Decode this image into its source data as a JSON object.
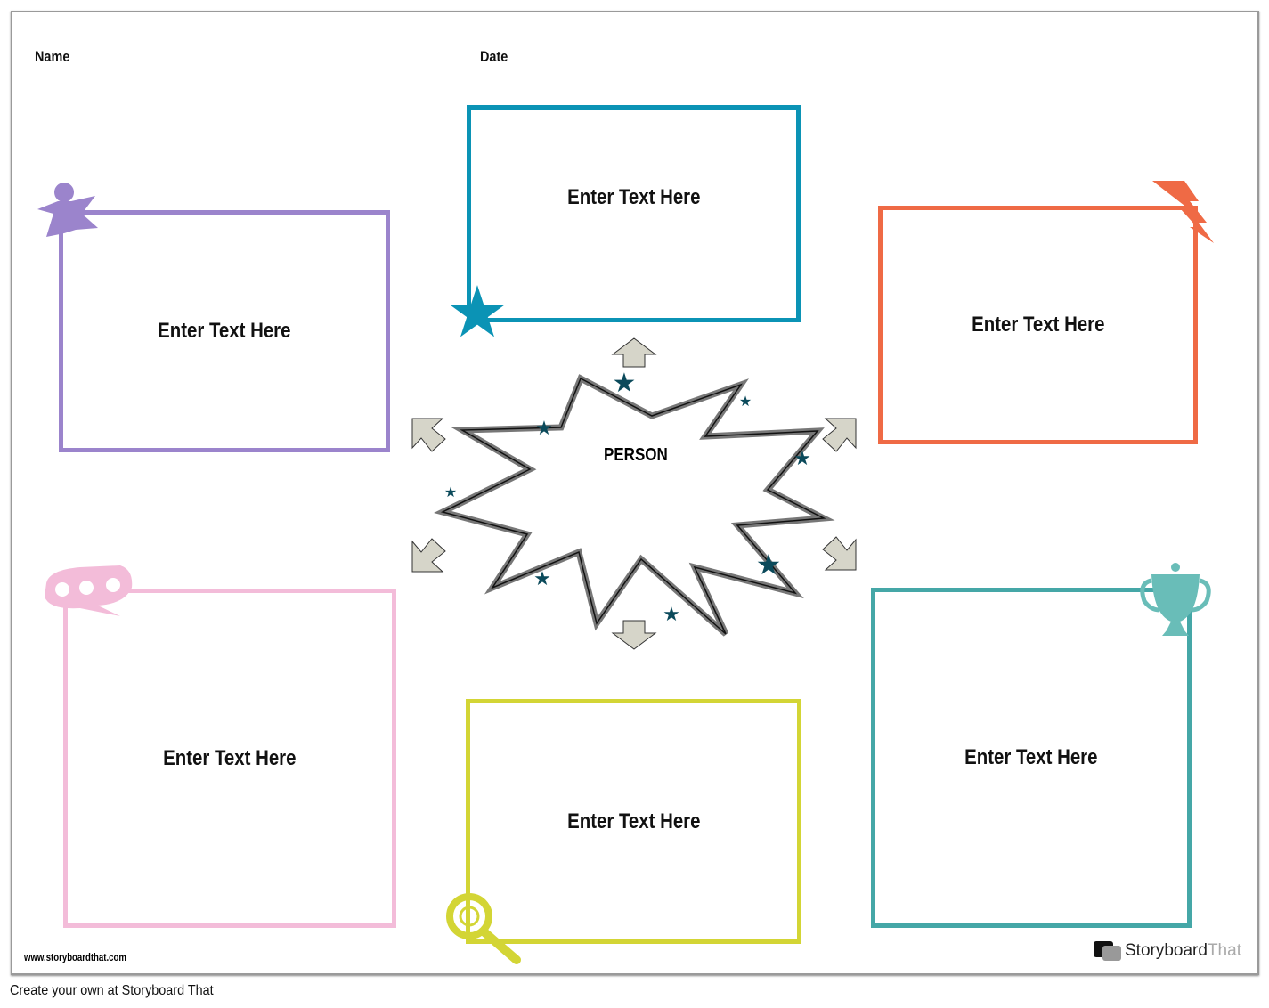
{
  "header": {
    "name_label": "Name",
    "date_label": "Date"
  },
  "center": {
    "label": "PERSON"
  },
  "boxes": [
    {
      "text": "Enter Text Here",
      "color": "#9b84cc",
      "icon": "person-icon"
    },
    {
      "text": "Enter Text Here",
      "color": "#0b93b5",
      "icon": "star-icon"
    },
    {
      "text": "Enter Text Here",
      "color": "#ef6a45",
      "icon": "lightning-icon"
    },
    {
      "text": "Enter Text Here",
      "color": "#f3bcd9",
      "icon": "mask-icon"
    },
    {
      "text": "Enter Text Here",
      "color": "#d3d535",
      "icon": "magnifier-icon"
    },
    {
      "text": "Enter Text Here",
      "color": "#45a7a7",
      "icon": "trophy-icon"
    }
  ],
  "footer": {
    "url": "www.storyboardthat.com",
    "brand_a": "Storyboard",
    "brand_b": "That",
    "caption": "Create your own at Storyboard That"
  }
}
